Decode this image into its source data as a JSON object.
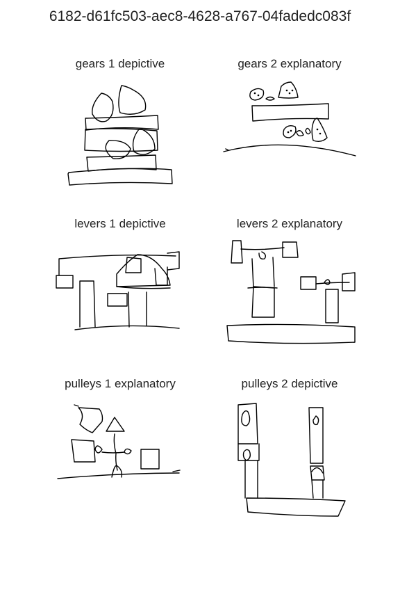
{
  "page": {
    "title": "6182-d61fc503-aec8-4628-a767-04fadedc083f"
  },
  "sketches": [
    {
      "label": "gears 1 depictive"
    },
    {
      "label": "gears 2 explanatory"
    },
    {
      "label": "levers 1 depictive"
    },
    {
      "label": "levers 2 explanatory"
    },
    {
      "label": "pulleys 1 explanatory"
    },
    {
      "label": "pulleys 2 depictive"
    }
  ]
}
